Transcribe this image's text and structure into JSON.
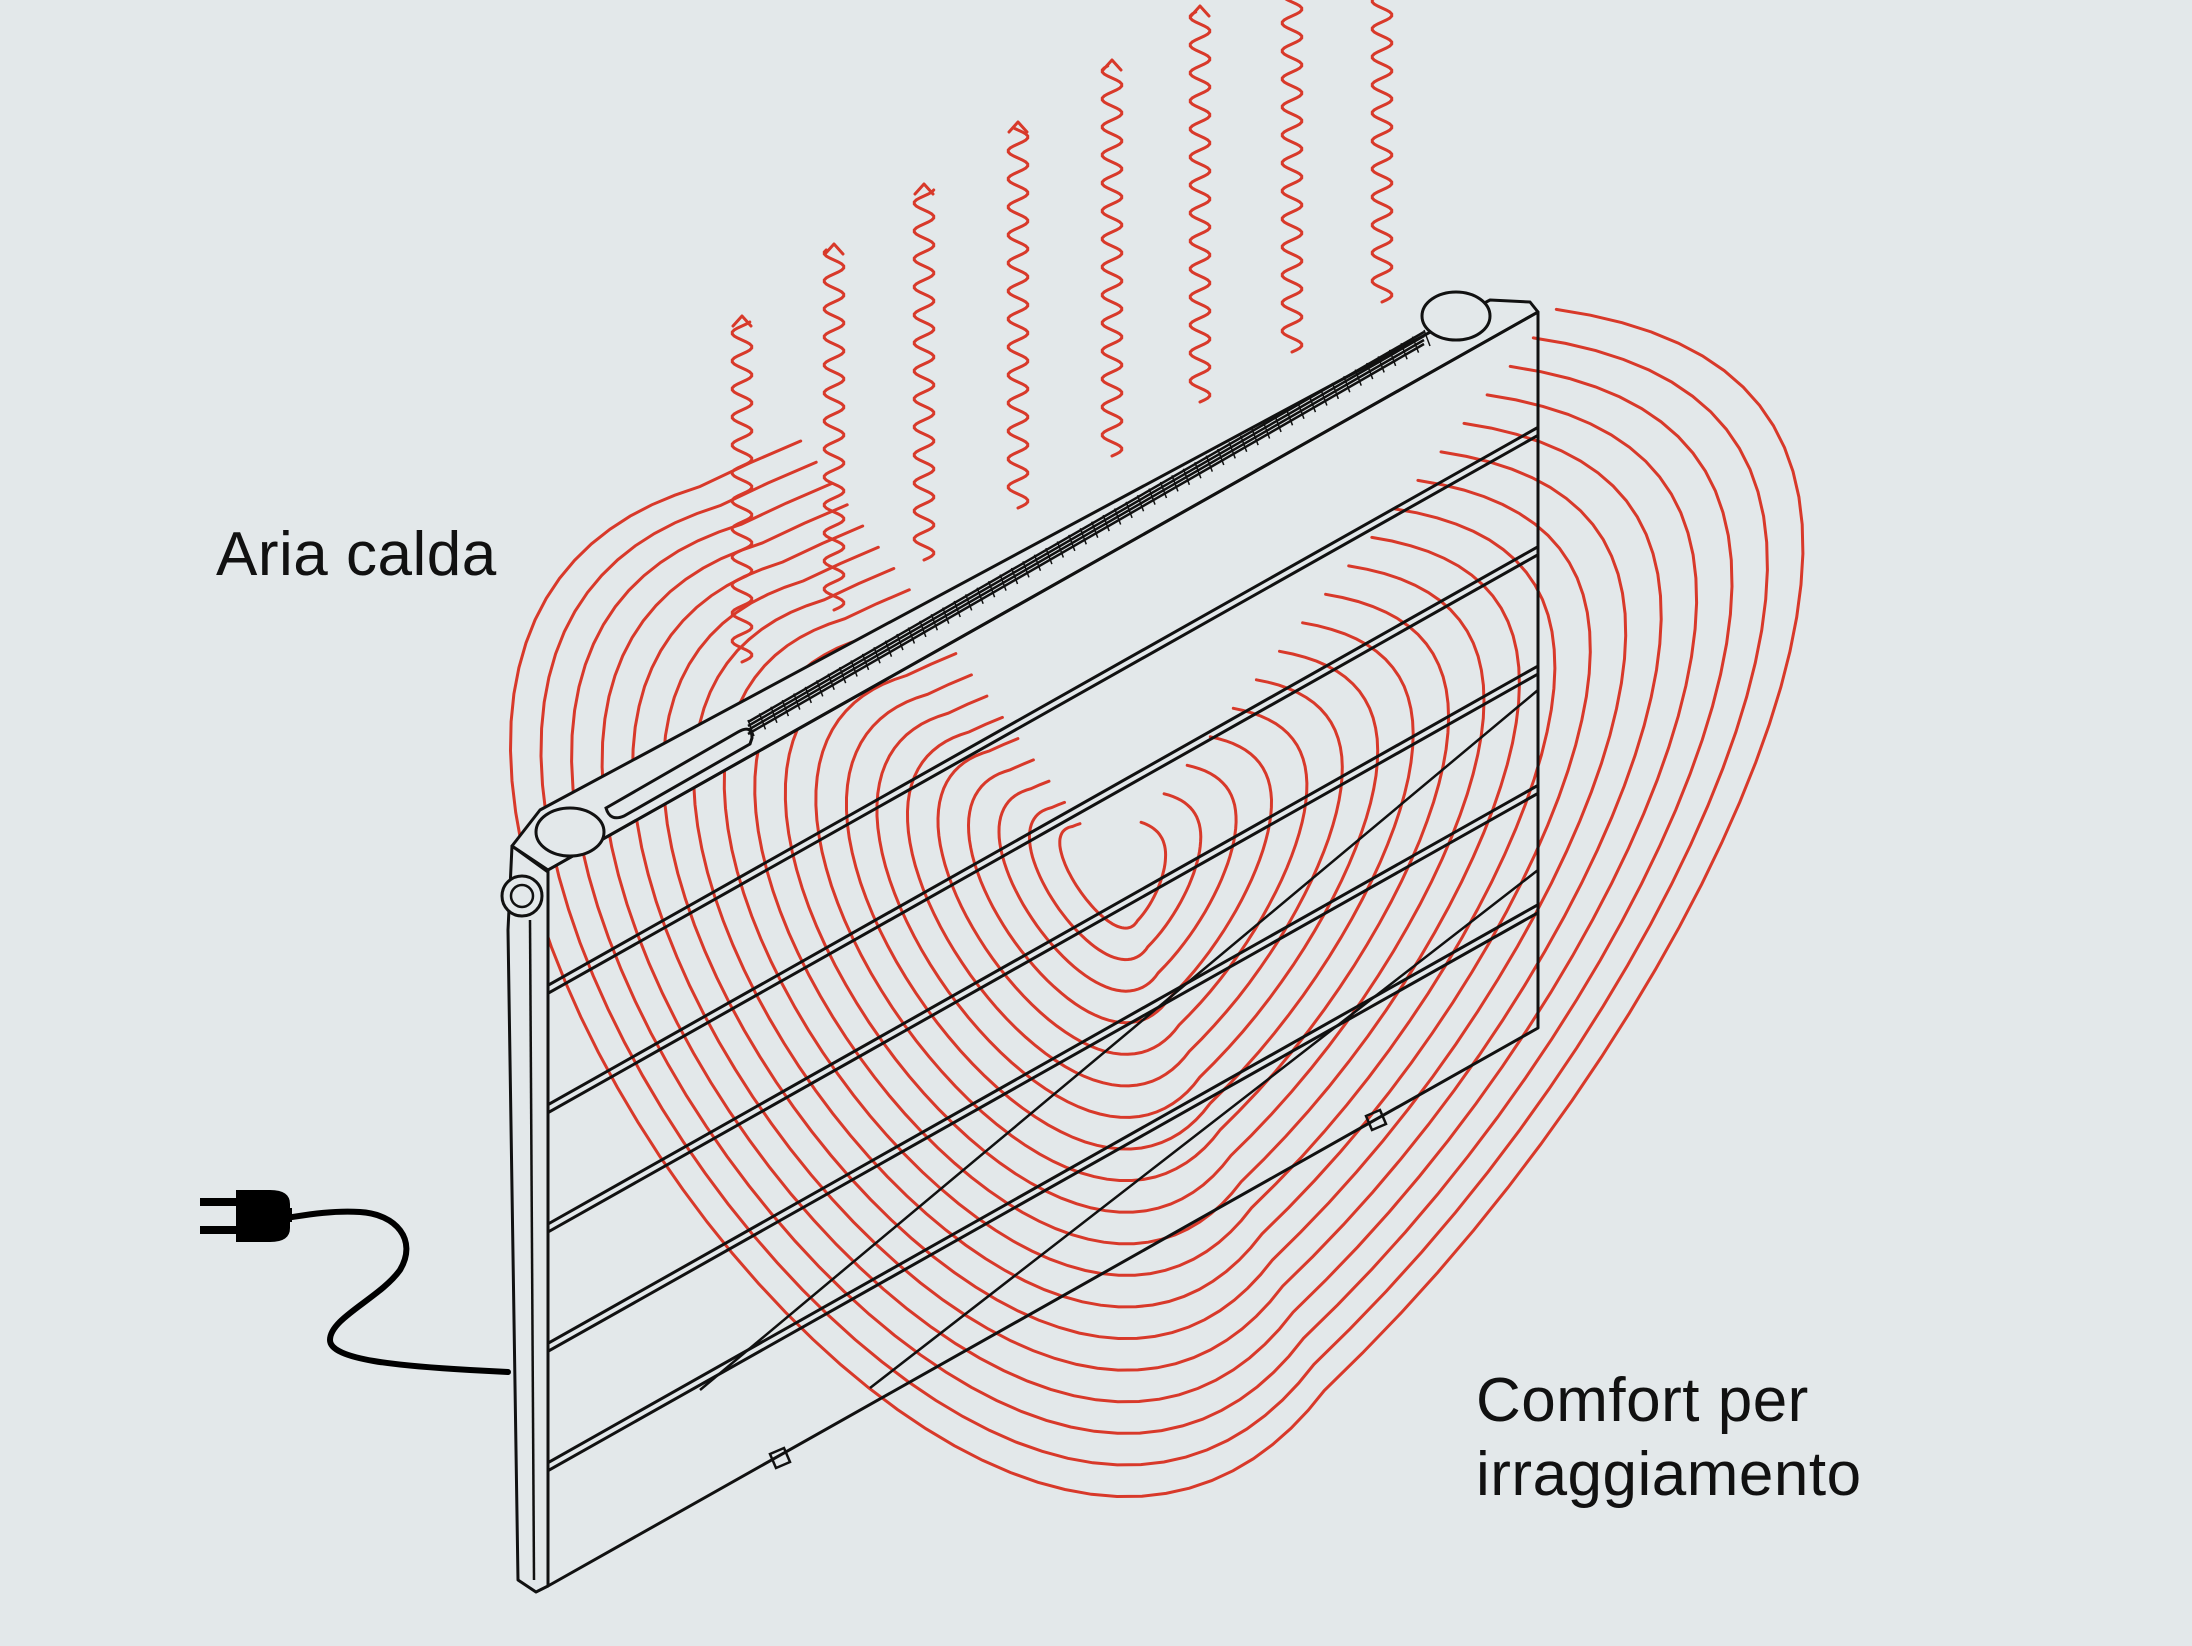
{
  "labels": {
    "warm_air": "Aria calda",
    "radiant_line1": "Comfort per",
    "radiant_line2": "irraggiamento"
  },
  "colors": {
    "background": "#e3e8ea",
    "heat": "#d8392a",
    "line": "#111111",
    "panel_fill": "#e3e8ea"
  },
  "icons": {
    "warm_air": "wavy-arrow-icon",
    "radiant": "contour-wave-icon",
    "plug": "power-plug-icon"
  }
}
